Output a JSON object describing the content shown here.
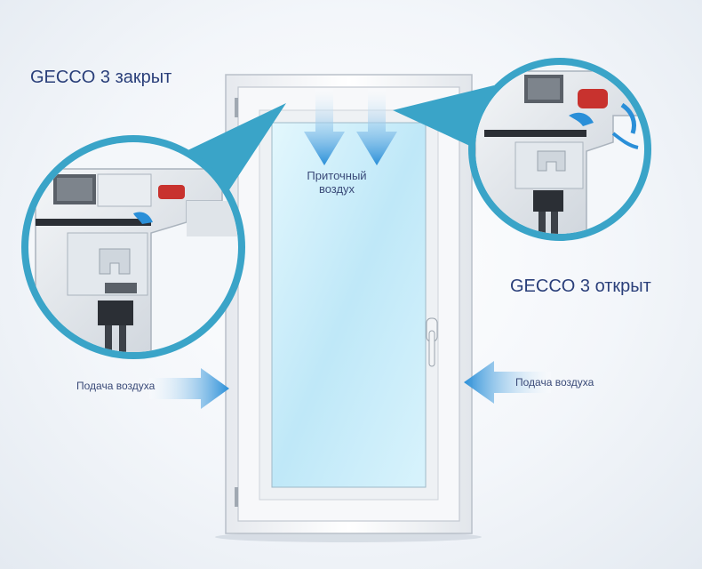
{
  "labels": {
    "closed_title": "GECCO 3 закрыт",
    "open_title": "GECCO 3 открыт",
    "supply_air_top_line1": "Приточный",
    "supply_air_top_line2": "воздух",
    "air_supply_left": "Подача воздуха",
    "air_supply_right": "Подача воздуха"
  },
  "colors": {
    "ring": "#3aa4c8",
    "arrow_blue": "#2a8fd8",
    "glass": "#cfeefb",
    "frame": "#ffffff",
    "seal_red": "#c8322e",
    "label_text": "#2a3f7a"
  }
}
